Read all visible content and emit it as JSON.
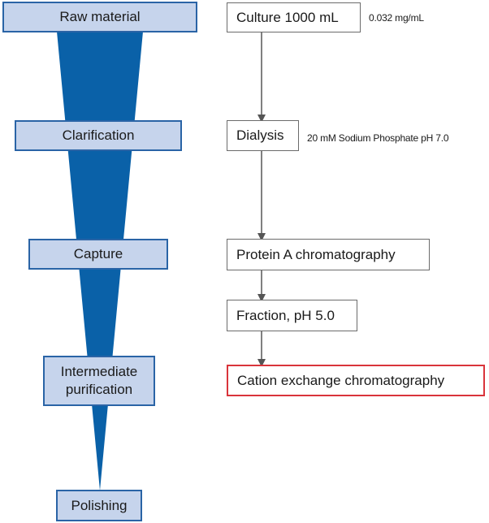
{
  "stages": [
    {
      "lines": [
        "Raw material"
      ]
    },
    {
      "lines": [
        "Clarification"
      ]
    },
    {
      "lines": [
        "Capture"
      ]
    },
    {
      "lines": [
        "Intermediate",
        "purification"
      ]
    },
    {
      "lines": [
        "Polishing"
      ]
    }
  ],
  "steps": [
    {
      "label": "Culture 1000 mL",
      "note": "0.032 mg/mL"
    },
    {
      "label": "Dialysis",
      "note": "20 mM Sodium Phosphate pH 7.0"
    },
    {
      "label": "Protein A chromatography",
      "note": ""
    },
    {
      "label": "Fraction, pH 5.0",
      "note": ""
    },
    {
      "label": "Cation exchange chromatography",
      "note": ""
    }
  ],
  "colors": {
    "funnel": "#0a61a8",
    "stage_fill": "#c6d4ec",
    "stage_border": "#2a64a6",
    "step_border": "#6b6b6b",
    "highlight_border": "#d9343b",
    "arrow": "#555555"
  }
}
